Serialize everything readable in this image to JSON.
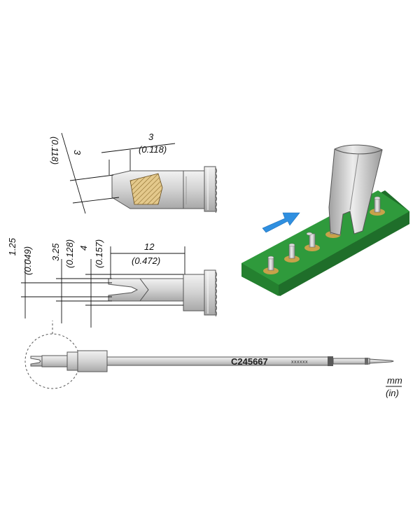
{
  "colors": {
    "metal_light": "#e6e6e6",
    "metal_mid": "#c9c9c9",
    "metal_dark": "#8c8c8c",
    "board_green": "#2f9a3c",
    "board_edge": "#1f6e2a",
    "pad_gold": "#c8a24a",
    "arrow_blue": "#2f8fe0",
    "hatch_gold": "#d9b878"
  },
  "dimensions": {
    "top_width_mm": "3",
    "top_width_in": "(0.118)",
    "side_height_mm": "3",
    "side_height_in": "(0.118)",
    "slot_width_mm": "1.25",
    "slot_width_in": "(0.049)",
    "inner_width_mm": "3.25",
    "inner_width_in": "(0.128)",
    "outer_width_mm": "4",
    "outer_width_in": "(0.157)",
    "length_mm": "12",
    "length_in": "(0.472)"
  },
  "tip": {
    "part_number": "C245667",
    "serial_marking": "xxxxxx"
  },
  "units": {
    "primary": "mm",
    "secondary": "(in)"
  },
  "icons": {
    "arrow": "direction-arrow-icon"
  }
}
